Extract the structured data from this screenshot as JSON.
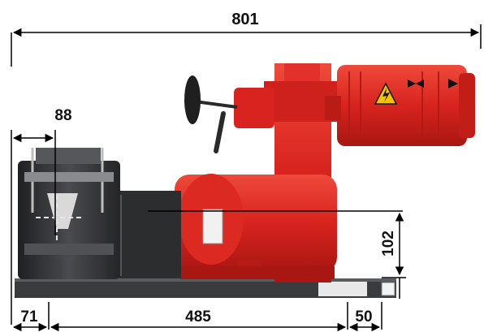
{
  "dimensions": {
    "overall_length": "801",
    "vise_width": "88",
    "center_height": "102",
    "left_offset": "71",
    "center_span": "485",
    "right_offset": "50"
  },
  "colors": {
    "machine_red": "#d8231e",
    "vise_dark": "#2e2f31",
    "base_dark": "#3a3b3d",
    "dimension_line": "#000000"
  },
  "icons": {
    "warning_label": "high-voltage-warning-icon",
    "rotation_arrows": "rotation-direction-icon"
  }
}
